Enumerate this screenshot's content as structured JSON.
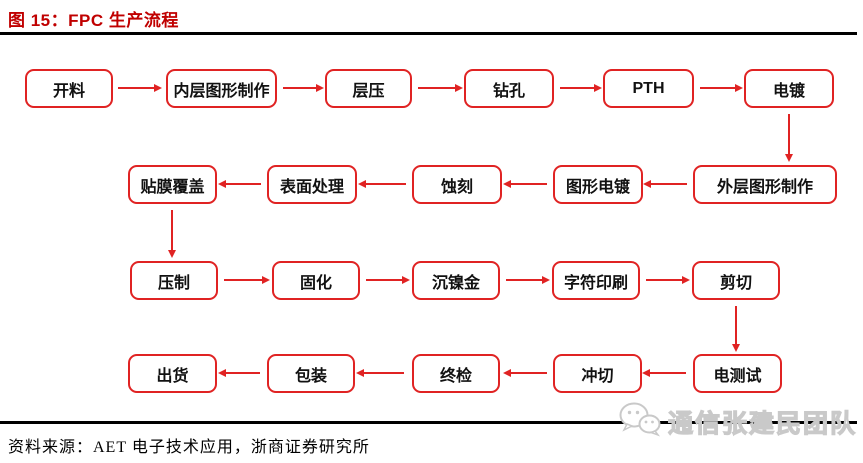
{
  "figure": {
    "title": "图 15：FPC 生产流程",
    "source": "资料来源：AET 电子技术应用，浙商证券研究所"
  },
  "flow": {
    "type": "flowchart",
    "rows": [
      {
        "display_direction": "left-to-right",
        "nodes": [
          "开料",
          "内层图形制作",
          "层压",
          "钻孔",
          "PTH",
          "电镀"
        ]
      },
      {
        "display_direction": "right-to-left",
        "nodes": [
          "外层图形制作",
          "图形电镀",
          "蚀刻",
          "表面处理",
          "贴膜覆盖"
        ]
      },
      {
        "display_direction": "left-to-right",
        "nodes": [
          "压制",
          "固化",
          "沉镍金",
          "字符印刷",
          "剪切"
        ]
      },
      {
        "display_direction": "right-to-left",
        "nodes": [
          "电测试",
          "冲切",
          "终检",
          "包装",
          "出货"
        ]
      }
    ],
    "row_connectors": [
      {
        "from": "电镀",
        "to": "外层图形制作",
        "direction": "down"
      },
      {
        "from": "贴膜覆盖",
        "to": "压制",
        "direction": "down"
      },
      {
        "from": "剪切",
        "to": "电测试",
        "direction": "down"
      }
    ]
  },
  "watermark": {
    "icon": "wechat-icon",
    "text": "通信张建民团队"
  },
  "colors": {
    "title_red": "#c00000",
    "flow_red": "#e02323",
    "rule_black": "#000000",
    "watermark_gray": "#c9c9c9"
  }
}
